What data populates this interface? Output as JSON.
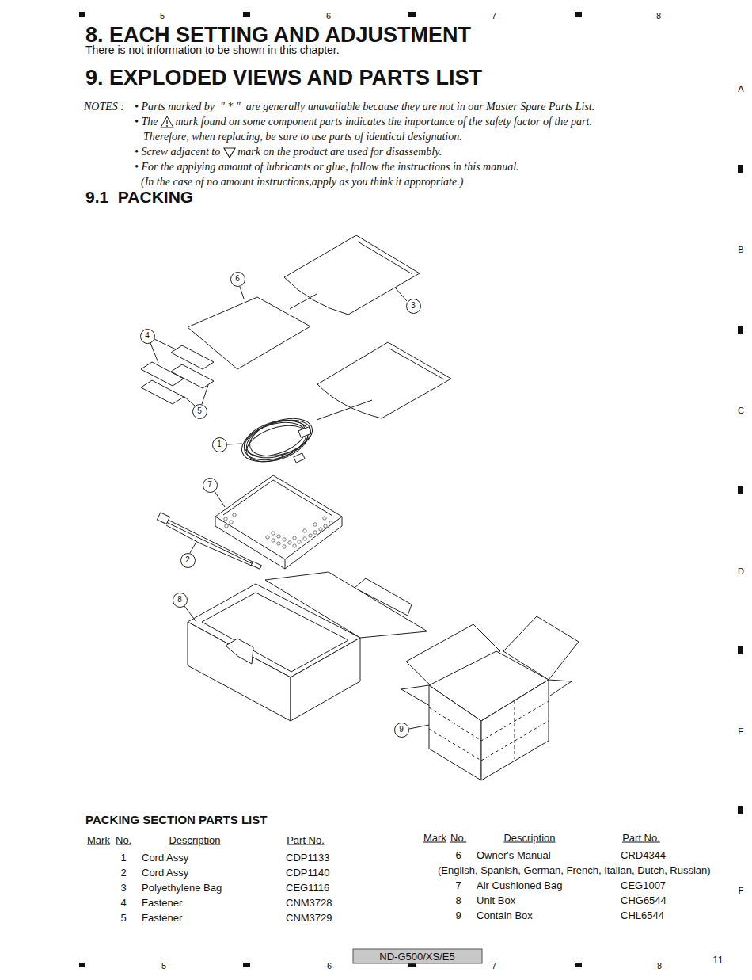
{
  "diagram": {
    "nodes": [
      {
        "text": [
          "6"
        ]
      },
      {
        "text": [
          "3"
        ]
      },
      {
        "text": [
          "4"
        ]
      },
      {
        "text": [
          "5"
        ]
      },
      {
        "text": [
          "1"
        ]
      },
      {
        "text": [
          "7"
        ]
      },
      {
        "text": [
          "2"
        ]
      },
      {
        "text": [
          "8"
        ]
      },
      {
        "text": [
          "9"
        ]
      }
    ],
    "labels": [
      "5",
      "6",
      "7",
      "8",
      "A",
      "B",
      "C",
      "D",
      "E",
      "F",
      "8. EACH SETTING AND ADJUSTMENT",
      "There is not information to be shown in this chapter.",
      "9. EXPLODED VIEWS AND PARTS LIST",
      "NOTES :",
      "• Parts marked by  \" * \"  are generally unavailable because they are not in our Master Spare Parts List.",
      "• The",
      "mark found on some component parts indicates the importance of the safety factor of the part.",
      "Therefore, when replacing, be sure to use parts of identical designation.",
      "• Screw adjacent to",
      "mark on the product are used for disassembly.",
      "• For the applying amount of lubricants or glue, follow the instructions in this manual.",
      "(In the case of no amount instructions,apply as you think it appropriate.)",
      "9.1  PACKING",
      "PACKING SECTION PARTS LIST",
      "Mark",
      "No.",
      "Description",
      "Part No.",
      "1",
      "Cord Assy",
      "CDP1133",
      "2",
      "Cord Assy",
      "CDP1140",
      "3",
      "Polyethylene Bag",
      "CEG1116",
      "4",
      "Fastener",
      "CNM3728",
      "5",
      "Fastener",
      "CNM3729",
      "Mark",
      "No.",
      "Description",
      "Part No.",
      "6",
      "Owner's Manual",
      "CRD4344",
      "(English, Spanish, German, French, Italian, Dutch, Russian)",
      "7",
      "Air Cushioned Bag",
      "CEG1007",
      "8",
      "Unit Box",
      "CHG6544",
      "9",
      "Contain Box",
      "CHL6544",
      "ND-G500/XS/E5",
      "11",
      "5",
      "6",
      "7",
      "8"
    ]
  }
}
